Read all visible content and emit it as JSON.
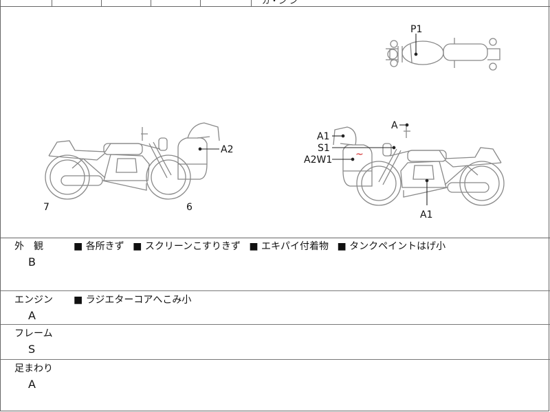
{
  "header": {
    "cut_text": "ガ・ン ン"
  },
  "diagram": {
    "markers": {
      "top_view": "P1",
      "left_A2": "A2",
      "left_wheel_rear": "7",
      "left_wheel_front": "6",
      "right_A_mirror": "A",
      "right_A1_screen": "A1",
      "right_S1": "S1",
      "right_A2W1": "A2W1",
      "right_A1_engine": "A1",
      "tilde": "~"
    }
  },
  "rows": [
    {
      "name": "外　観",
      "grade": "B",
      "notes": [
        "各所きず",
        "スクリーンこすりきず",
        "エキパイ付着物",
        "タンクペイントはげ小"
      ]
    },
    {
      "name": "エンジン",
      "grade": "A",
      "notes": [
        "ラジエターコアへこみ小"
      ]
    },
    {
      "name": "フレーム",
      "grade": "S",
      "notes": []
    },
    {
      "name": "足まわり",
      "grade": "A",
      "notes": []
    }
  ]
}
